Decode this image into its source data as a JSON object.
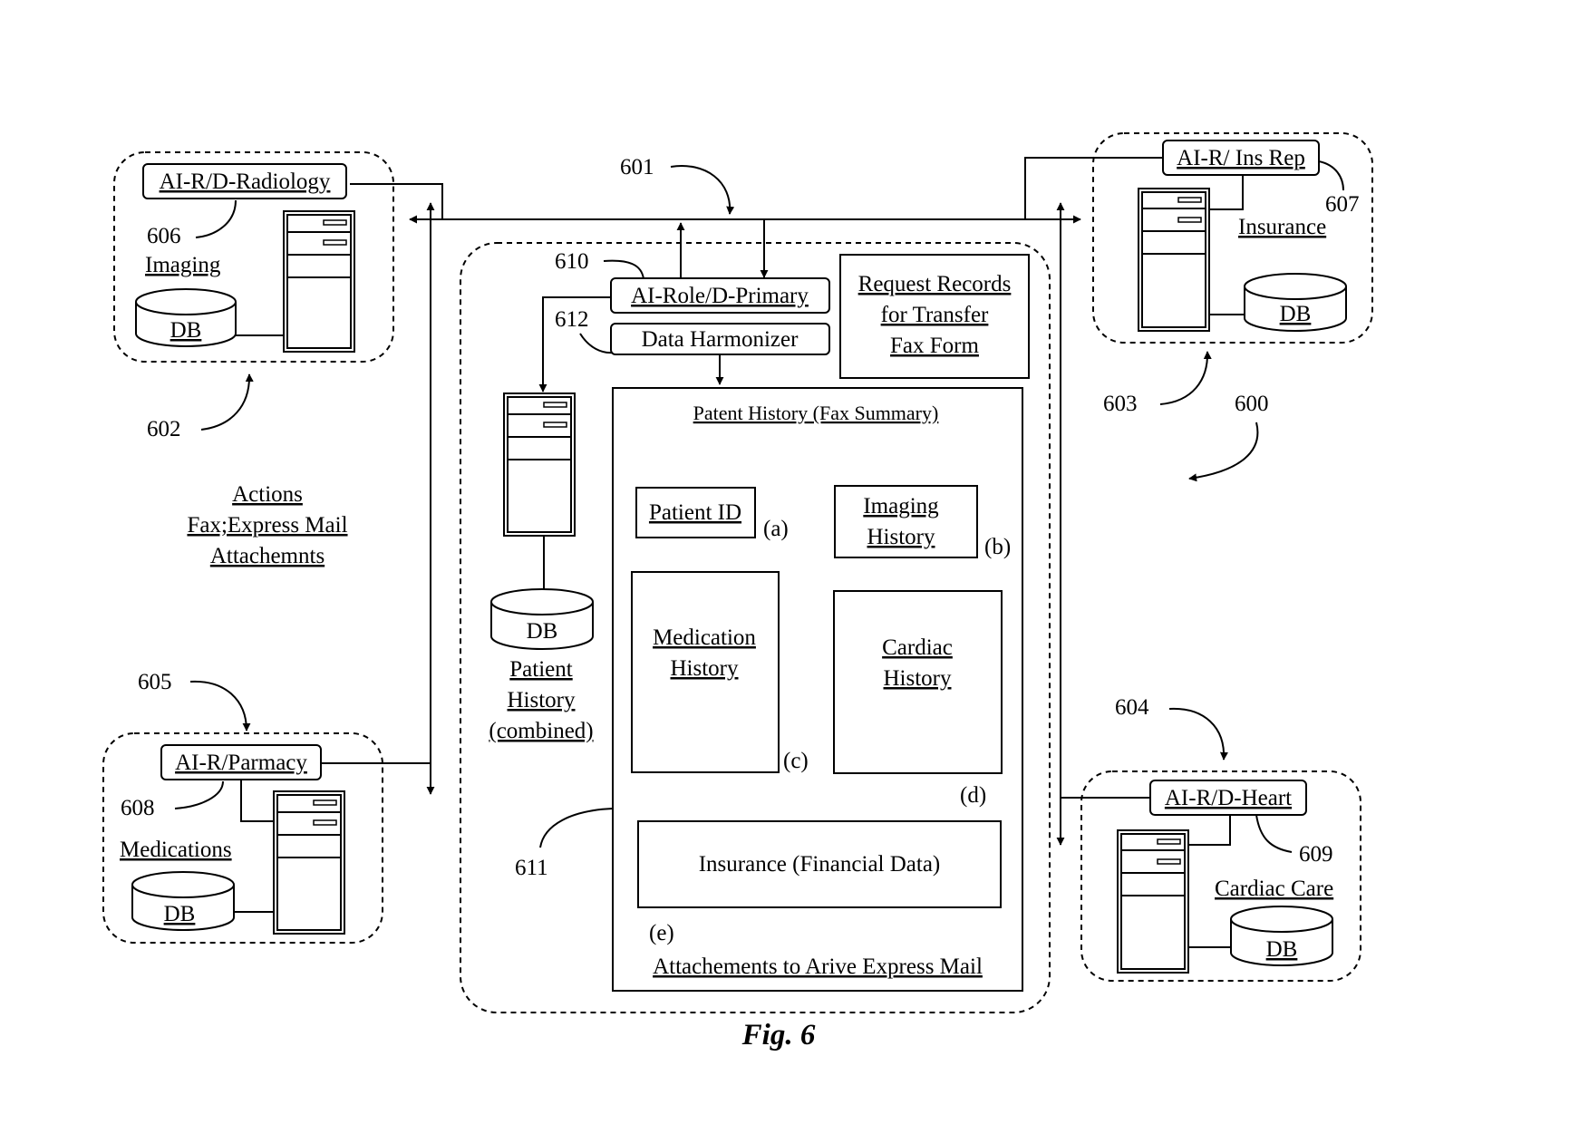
{
  "figure_label": "Fig. 6",
  "reference_numerals": {
    "system": "600",
    "network": "601",
    "radiology_node": "602",
    "insurance_node": "603",
    "heart_node": "604",
    "pharmacy_node": "605",
    "radiology_agent": "606",
    "insurance_agent": "607",
    "pharmacy_agent": "608",
    "heart_agent": "609",
    "primary_agent": "610",
    "patient_history_doc": "611",
    "data_harmonizer": "612"
  },
  "nodes": {
    "radiology": {
      "agent_label": "AI-R/D-Radiology",
      "department": "Imaging",
      "db": "DB"
    },
    "insurance": {
      "agent_label": "AI-R/ Ins Rep",
      "department": "Insurance",
      "db": "DB"
    },
    "pharmacy": {
      "agent_label": "AI-R/Parmacy",
      "department": "Medications",
      "db": "DB"
    },
    "heart": {
      "agent_label": "AI-R/D-Heart",
      "department": "Cardiac Care",
      "db": "DB"
    }
  },
  "actions": {
    "line1": "Actions",
    "line2": "Fax;Express Mail",
    "line3": "Attachemnts"
  },
  "primary": {
    "agent_label": "AI-Role/D-Primary",
    "harmonizer_label": "Data Harmonizer",
    "request_form": {
      "line1": "Request Records",
      "line2": "for Transfer",
      "line3": "Fax Form"
    },
    "db": "DB",
    "combined_history": {
      "line1": "Patient",
      "line2": "History",
      "line3": "(combined)"
    }
  },
  "summary": {
    "title": "Patent History (Fax Summary)",
    "patient_id": "Patient ID",
    "patient_id_tag": "(a)",
    "imaging_line1": "Imaging",
    "imaging_line2": "History",
    "imaging_tag": "(b)",
    "medication_line1": "Medication",
    "medication_line2": "History",
    "medication_tag": "(c)",
    "cardiac_line1": "Cardiac",
    "cardiac_line2": "History",
    "cardiac_tag": "(d)",
    "insurance": "Insurance (Financial Data)",
    "insurance_tag": "(e)",
    "footer": "Attachements to Arive Express Mail"
  }
}
